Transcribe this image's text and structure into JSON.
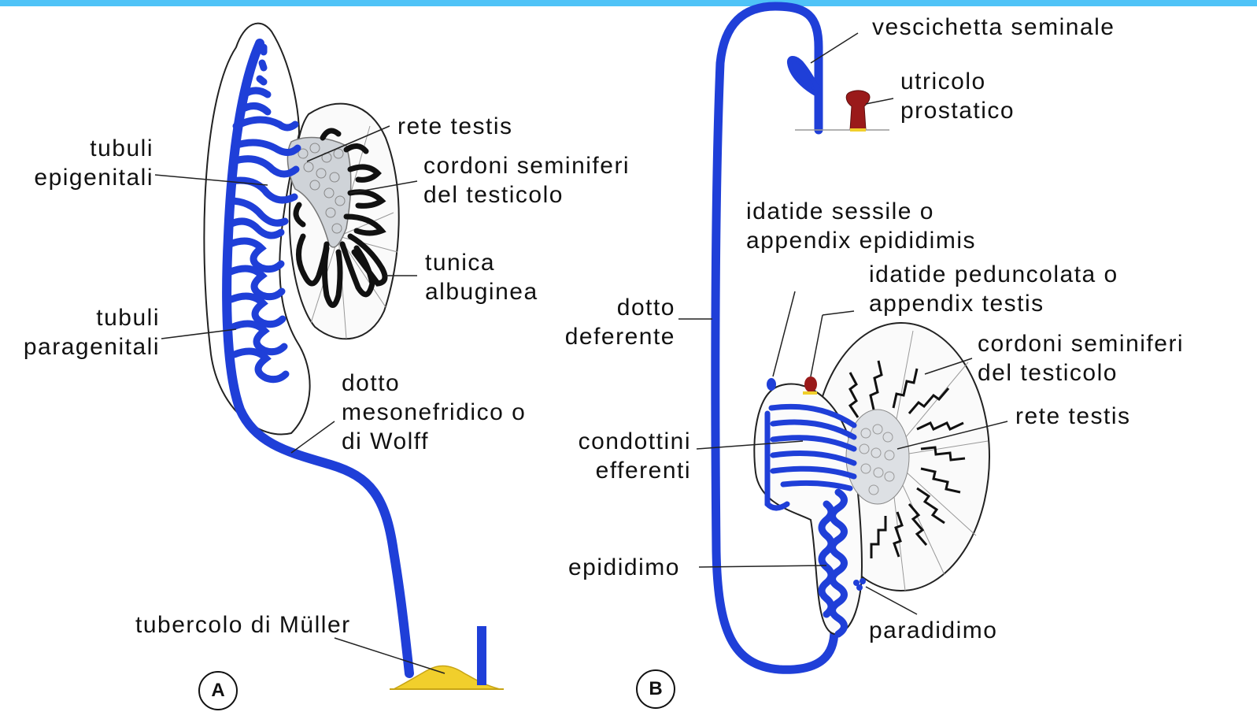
{
  "colors": {
    "duct": "#1f3fd8",
    "outline": "#222222",
    "cord": "#111111",
    "rete": "#cfd3d8",
    "tubercle": "#f1cf2c",
    "utricle": "#9a1a1a",
    "topbar": "#4fc3f7"
  },
  "panel_a": {
    "badge": "A",
    "labels": {
      "tubuli_epigenitali": [
        "tubuli",
        "epigenitali"
      ],
      "tubuli_paragenitali": [
        "tubuli",
        "paragenitali"
      ],
      "rete_testis": "rete testis",
      "cordoni_seminiferi": [
        "cordoni seminiferi",
        "del testicolo"
      ],
      "tunica_albuginea": [
        "tunica",
        "albuginea"
      ],
      "dotto_mesonefridico": [
        "dotto",
        "mesonefridico o",
        "di Wolff"
      ],
      "tubercolo": "tubercolo di Müller"
    }
  },
  "panel_b": {
    "badge": "B",
    "labels": {
      "vescichetta": "vescichetta seminale",
      "utricolo": [
        "utricolo",
        "prostatico"
      ],
      "idatide_sessile": [
        "idatide sessile o",
        "appendix epididimis"
      ],
      "idatide_peduncolata": [
        "idatide peduncolata o",
        "appendix testis"
      ],
      "dotto_deferente": [
        "dotto",
        "deferente"
      ],
      "cordoni_seminiferi": [
        "cordoni seminiferi",
        "del testicolo"
      ],
      "rete_testis": "rete testis",
      "condottini": [
        "condottini",
        "efferenti"
      ],
      "epididimo": "epididimo",
      "paradidimo": "paradidimo"
    }
  }
}
